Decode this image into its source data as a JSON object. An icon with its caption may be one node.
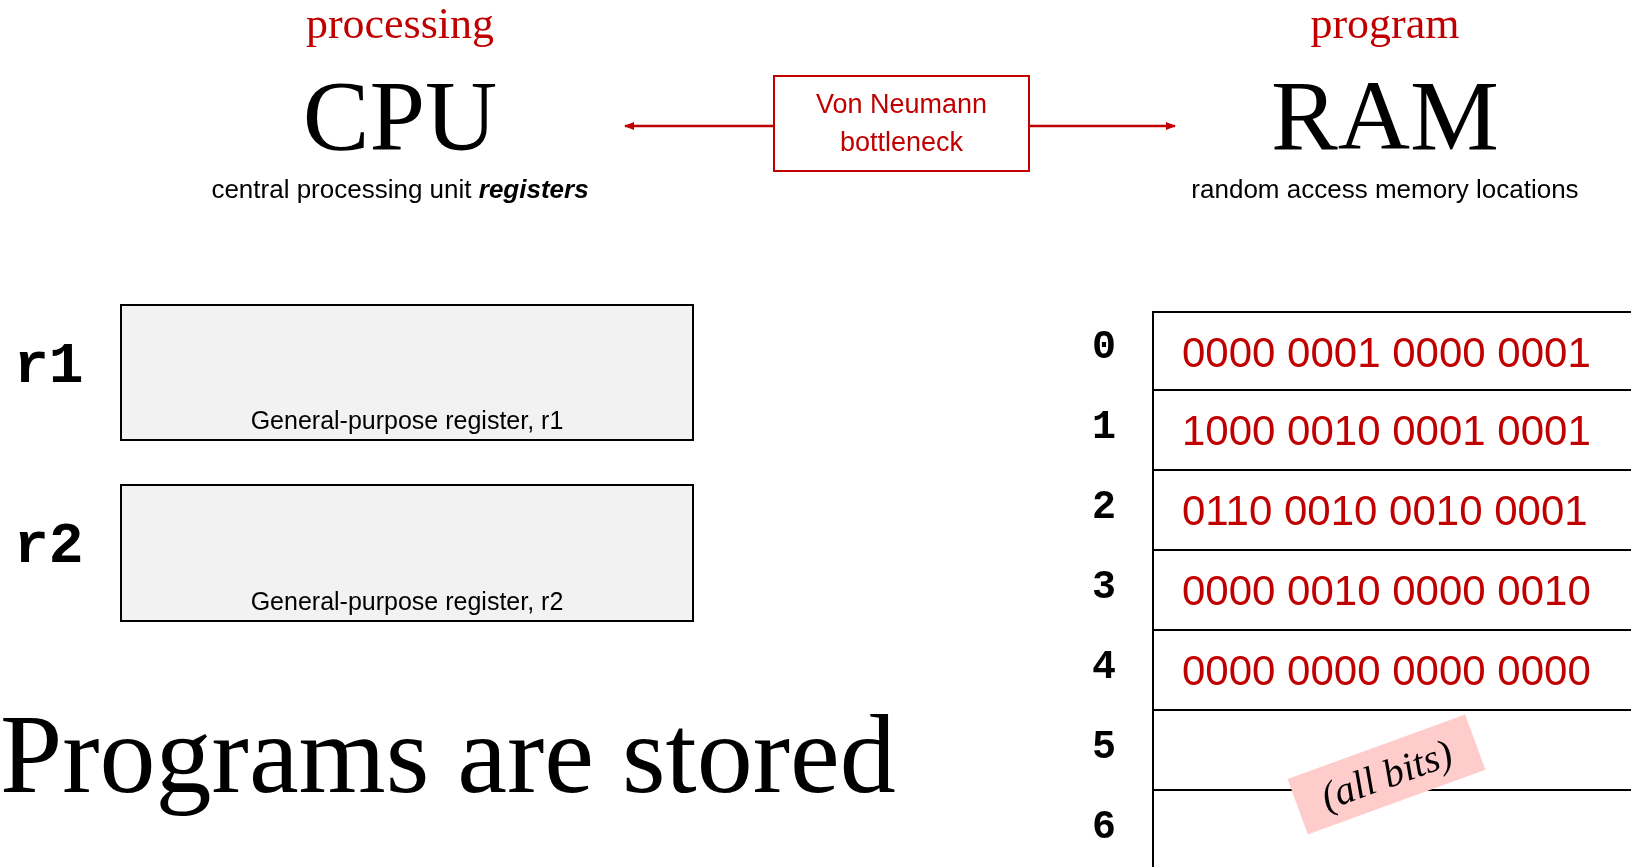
{
  "diagram": {
    "nodes": [
      {
        "text": [
          "processing",
          "CPU",
          "central processing unit **registers**"
        ]
      },
      {
        "text": [
          "Von Neumann bottleneck"
        ]
      },
      {
        "text": [
          "program",
          "RAM",
          "random access memory locations"
        ]
      },
      {
        "text": [
          "General-purpose register, r1"
        ],
        "beside": [
          "r1"
        ]
      },
      {
        "text": [
          "General-purpose register, r2"
        ],
        "beside": [
          "r2"
        ]
      },
      {
        "text": [
          "0000 0001 0000 0001"
        ],
        "beside": [
          "0"
        ]
      },
      {
        "text": [
          "1000 0010 0001 0001"
        ],
        "beside": [
          "1"
        ]
      },
      {
        "text": [
          "0110 0010 0010 0001"
        ],
        "beside": [
          "2"
        ]
      },
      {
        "text": [
          "0000 0010 0000 0010"
        ],
        "beside": [
          "3"
        ]
      },
      {
        "text": [
          "0000 0000 0000 0000"
        ],
        "beside": [
          "4"
        ]
      },
      {
        "text": [],
        "shape": "box",
        "beside": [
          "5"
        ]
      },
      {
        "text": [],
        "shape": "box",
        "beside": [
          "6"
        ]
      }
    ],
    "edges": [
      {
        "from": 1,
        "to": 0,
        "arrow": "to"
      },
      {
        "from": 1,
        "to": 2,
        "arrow": "to"
      }
    ],
    "labels": [
      "(all bits)",
      "Programs are stored"
    ]
  }
}
